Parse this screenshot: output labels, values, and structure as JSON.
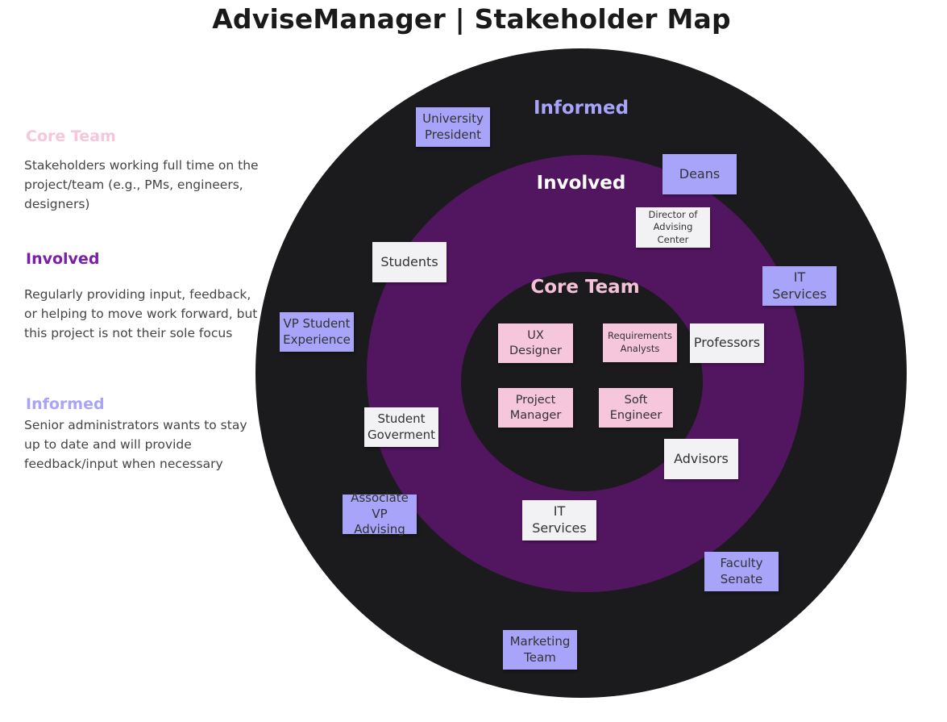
{
  "title": "AdviseManager | Stakeholder Map",
  "legend": {
    "core": {
      "heading": "Core Team",
      "description": "Stakeholders working full time on the project/team (e.g., PMs, engineers, designers)"
    },
    "involved": {
      "heading": "Involved",
      "description": "Regularly providing input, feedback, or helping to move work forward, but this project is not their sole focus"
    },
    "informed": {
      "heading": "Informed",
      "description": "Senior administrators wants to stay up to date and will provide feedback/input when necessary"
    }
  },
  "rings": {
    "informed_label": "Informed",
    "involved_label": "Involved",
    "core_label": "Core Team"
  },
  "colors": {
    "title": "#1a1a1a",
    "core_accent": "#f5c6dc",
    "core_label_text": "#f3c2d8",
    "involved_accent": "#7a1fa8",
    "informed_accent": "#a7a4fa",
    "outer_ring": "#1b1a1c",
    "middle_ring": "#521660",
    "inner_ring": "#1b1a1c",
    "involved_note": "#f2f2f4"
  },
  "notes": {
    "core": [
      {
        "name": "ux-designer",
        "lines": [
          "UX",
          "Designer"
        ]
      },
      {
        "name": "requirements-analysts",
        "lines": [
          "Requirements",
          "Analysts"
        ]
      },
      {
        "name": "project-manager",
        "lines": [
          "Project",
          "Manager"
        ]
      },
      {
        "name": "soft-engineer",
        "lines": [
          "Soft",
          "Engineer"
        ]
      }
    ],
    "involved": [
      {
        "name": "students",
        "lines": [
          "Students"
        ]
      },
      {
        "name": "director-of-advising-center",
        "lines": [
          "Director of",
          "Advising Center"
        ]
      },
      {
        "name": "professors",
        "lines": [
          "Professors"
        ]
      },
      {
        "name": "advisors",
        "lines": [
          "Advisors"
        ]
      },
      {
        "name": "student-goverment",
        "lines": [
          "Student",
          "Goverment"
        ]
      },
      {
        "name": "it-services-involved",
        "lines": [
          "IT Services"
        ]
      }
    ],
    "informed": [
      {
        "name": "university-president",
        "lines": [
          "University",
          "President"
        ]
      },
      {
        "name": "deans",
        "lines": [
          "Deans"
        ]
      },
      {
        "name": "it-services-informed",
        "lines": [
          "IT Services"
        ]
      },
      {
        "name": "vp-student-experience",
        "lines": [
          "VP Student",
          "Experience"
        ]
      },
      {
        "name": "associate-vp-advising",
        "lines": [
          "Associate",
          "VP Advising"
        ]
      },
      {
        "name": "faculty-senate",
        "lines": [
          "Faculty",
          "Senate"
        ]
      },
      {
        "name": "marketing-team",
        "lines": [
          "Marketing",
          "Team"
        ]
      }
    ]
  }
}
